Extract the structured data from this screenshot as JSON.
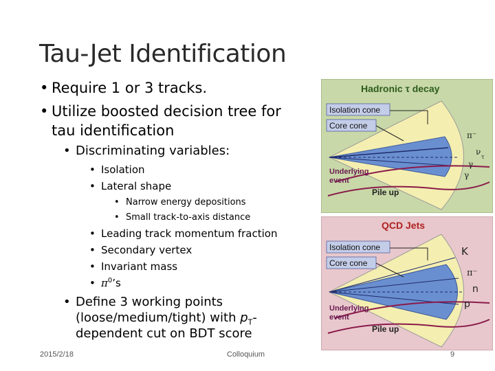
{
  "slide": {
    "title": "Tau-Jet Identification",
    "bullets": {
      "b1": "Require 1 or 3 tracks.",
      "b2a": "Utilize boosted decision tree for",
      "b2b": "tau identification",
      "b3": "Discriminating variables:",
      "b4": "Isolation",
      "b5": "Lateral shape",
      "b6": "Narrow energy depositions",
      "b7": "Small track-to-axis distance",
      "b8": "Leading track momentum fraction",
      "b9": "Secondary vertex",
      "b10": "Invariant mass",
      "b11_sym": "π",
      "b11_sup": "0",
      "b11_rest": "’s",
      "b12a": "Define 3 working points",
      "b12b_pre": "(loose/medium/tight) with ",
      "b12b_p": "p",
      "b12b_sub": "T",
      "b12b_post": "-",
      "b12c": "dependent cut on BDT score"
    },
    "footer": {
      "date": "2015/2/18",
      "center": "Colloquium",
      "page": "9"
    }
  },
  "figures": {
    "top": {
      "title": "Hadronic τ decay",
      "label_isolation": "Isolation cone",
      "label_core": "Core cone",
      "label_underlying_1": "Underlying",
      "label_underlying_2": "event",
      "label_pileup": "Pile up",
      "particles": [
        "π⁻",
        "ν",
        "τ",
        "γ",
        "γ"
      ]
    },
    "bottom": {
      "title": "QCD Jets",
      "label_isolation": "Isolation cone",
      "label_core": "Core cone",
      "label_underlying_1": "Underlying",
      "label_underlying_2": "event",
      "label_pileup": "Pile up",
      "particles": [
        "K",
        "π⁻",
        "n",
        "p"
      ]
    }
  },
  "colors": {
    "top_bg": "#c8d8a8",
    "bottom_bg": "#e8c8cc",
    "iso_cone": "#f4eeb0",
    "core_cone": "#6a8fd0",
    "label_box": "#c4cde8",
    "title_green": "#2e5c1e",
    "title_red": "#b02020",
    "pileup_line": "#8a1a4a",
    "underlying_line": "#8a1a4a"
  }
}
